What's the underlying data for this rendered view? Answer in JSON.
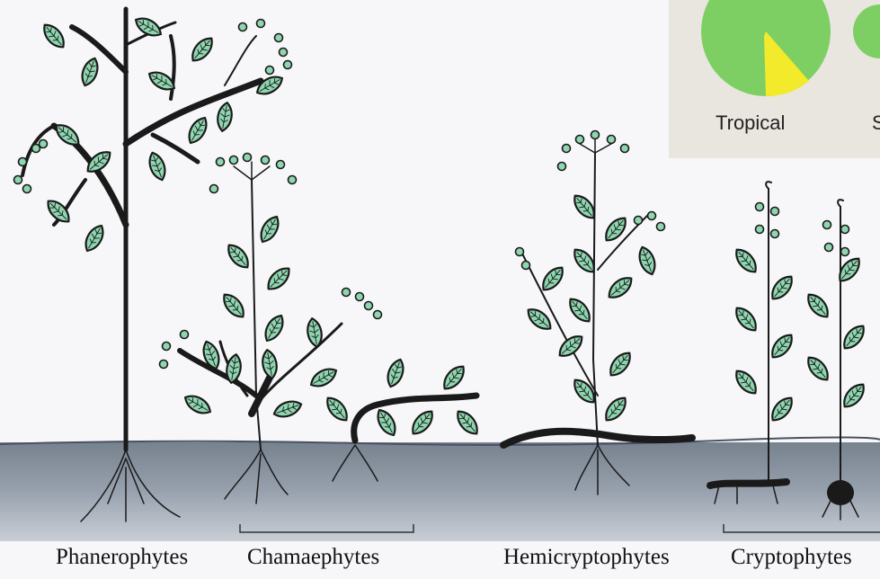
{
  "inset": {
    "label": "Tropical",
    "colors": {
      "pie_main": "#7dcf63",
      "pie_slice": "#f2ea2a",
      "panel": "#e9e6df"
    },
    "slice_fraction": 0.1
  },
  "labels": {
    "phanerophytes": "Phanerophytes",
    "chamaephytes": "Chamaephytes",
    "hemicryptophytes": "Hemicryptophytes",
    "cryptophytes": "Cryptophytes"
  },
  "colors": {
    "leaf": "#8ed6b0",
    "ink": "#1a1a1a",
    "ground": "#8e99a6",
    "background": "#f7f7f9"
  }
}
